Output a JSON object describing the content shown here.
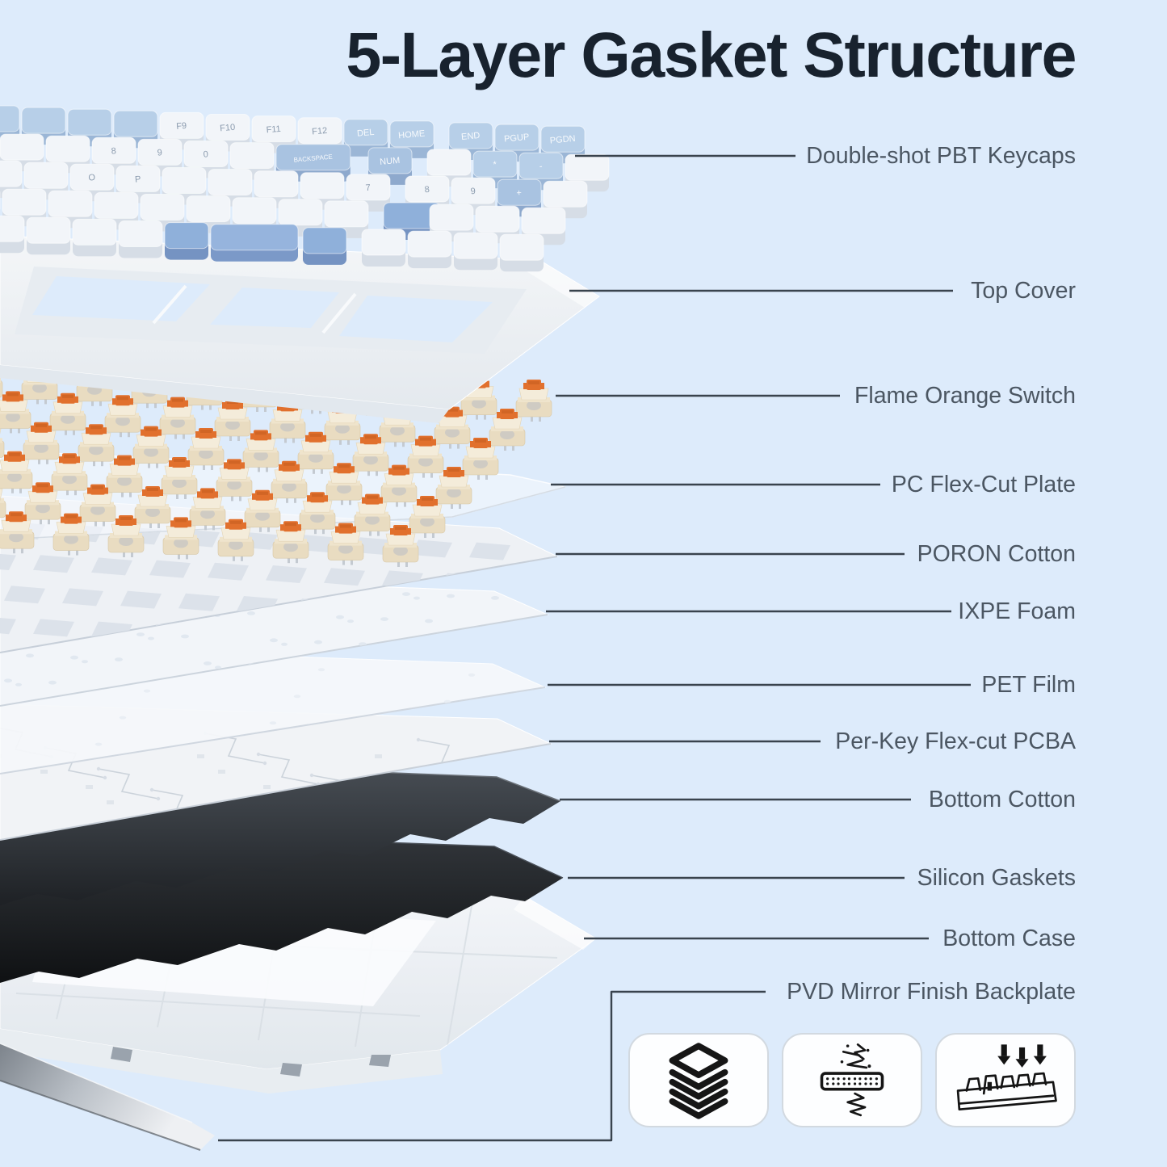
{
  "title": "5-Layer Gasket Structure",
  "labels": [
    {
      "text": "Double-shot PBT Keycaps"
    },
    {
      "text": "Top Cover"
    },
    {
      "text": "Flame Orange Switch"
    },
    {
      "text": "PC Flex-Cut Plate"
    },
    {
      "text": "PORON Cotton"
    },
    {
      "text": "IXPE Foam"
    },
    {
      "text": "PET Film"
    },
    {
      "text": "Per-Key Flex-cut PCBA"
    },
    {
      "text": "Bottom Cotton"
    },
    {
      "text": "Silicon Gaskets"
    },
    {
      "text": "Bottom Case"
    },
    {
      "text": "PVD Mirror Finish Backplate"
    }
  ],
  "keycap_legends": [
    {
      "row": 0,
      "col": 4,
      "text": "F9"
    },
    {
      "row": 0,
      "col": 5,
      "text": "F10"
    },
    {
      "row": 0,
      "col": 6,
      "text": "F11"
    },
    {
      "row": 0,
      "col": 7,
      "text": "F12"
    },
    {
      "row": 0,
      "col": 8,
      "text": "DEL"
    },
    {
      "row": 0,
      "col": 9,
      "text": "HOME"
    },
    {
      "row": 0,
      "col": 10,
      "text": "END"
    },
    {
      "row": 0,
      "col": 11,
      "text": "PGUP"
    },
    {
      "row": 0,
      "col": 12,
      "text": "PGDN"
    },
    {
      "row": 1,
      "col": 3,
      "text": "8"
    },
    {
      "row": 1,
      "col": 4,
      "text": "9"
    },
    {
      "row": 1,
      "col": 5,
      "text": "0"
    },
    {
      "row": 1,
      "col": 7,
      "text": "BACKSPACE"
    },
    {
      "row": 1,
      "col": 9,
      "text": "NUM"
    },
    {
      "row": 1,
      "col": 11,
      "text": "*"
    },
    {
      "row": 1,
      "col": 12,
      "text": "-"
    },
    {
      "row": 2,
      "col": 3,
      "text": "O"
    },
    {
      "row": 2,
      "col": 4,
      "text": "P"
    },
    {
      "row": 2,
      "col": 9,
      "text": "7"
    },
    {
      "row": 2,
      "col": 10,
      "text": "8"
    },
    {
      "row": 2,
      "col": 11,
      "text": "9"
    },
    {
      "row": 2,
      "col": 12,
      "text": "+"
    }
  ],
  "icon_badges": [
    {
      "name": "stacked-layers-icon"
    },
    {
      "name": "sound-dampening-icon"
    },
    {
      "name": "gasket-press-icon"
    }
  ],
  "colors": {
    "background": "#ddebfb",
    "title": "#18222e",
    "label": "#4b5662",
    "callout_line": "#39434d",
    "switch_orange": "#e1702d",
    "switch_cream": "#f4ecda",
    "keycap_blue": "#b7cfe8",
    "keycap_deep_blue": "#8fb0da",
    "keycap_white": "#f2f5f9",
    "bottom_cotton_dark": "#2a2e33",
    "gasket_black": "#17191c",
    "mirror_silver": "#b9bfc6"
  }
}
